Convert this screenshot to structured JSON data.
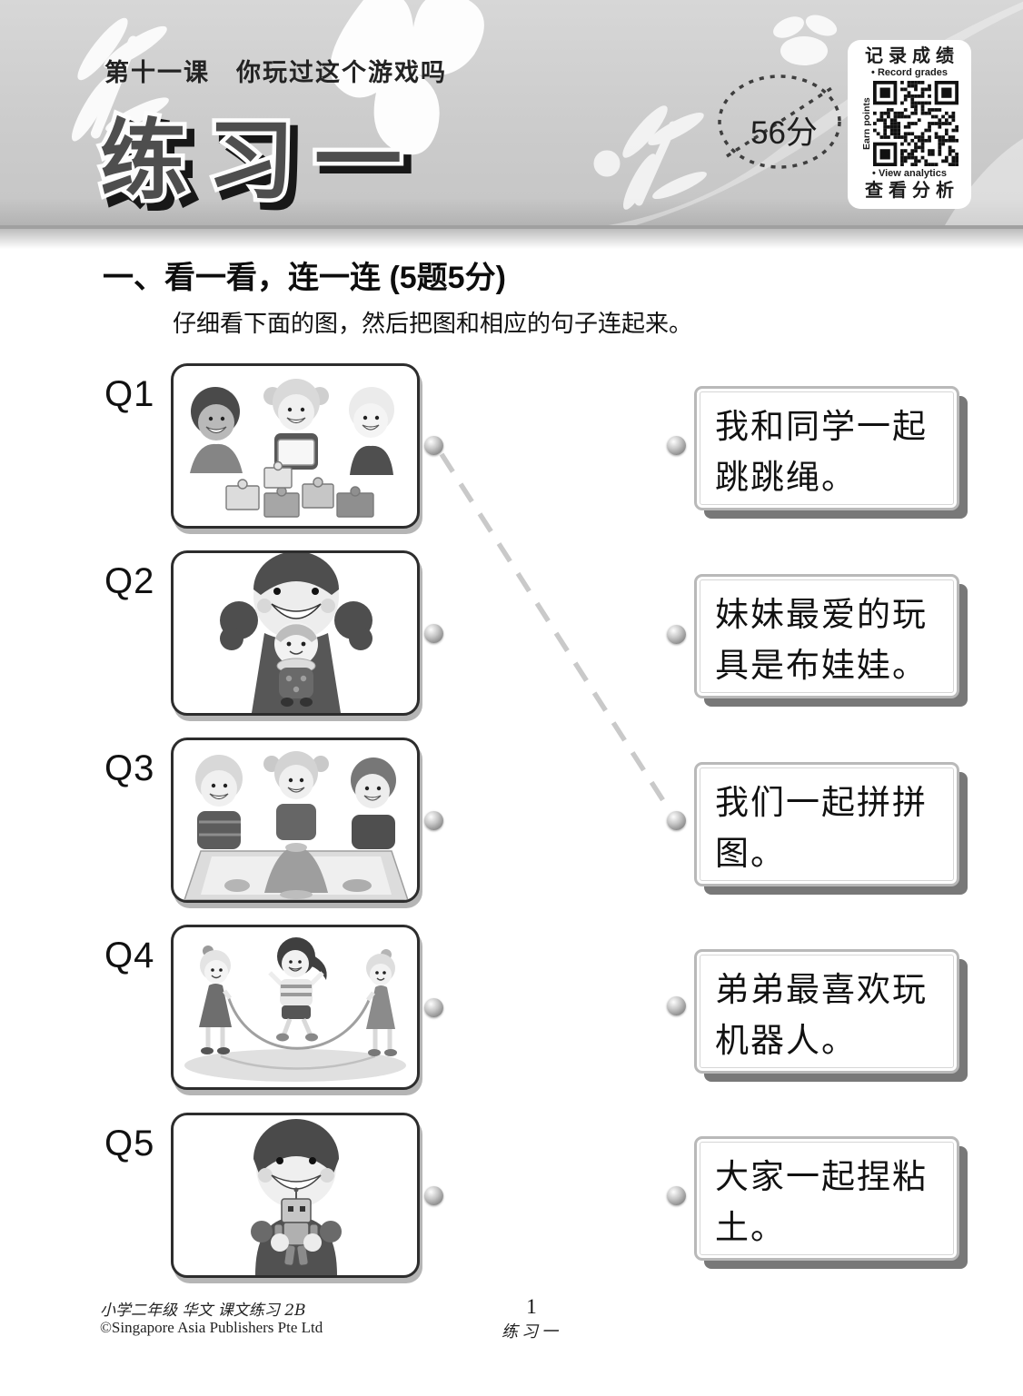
{
  "header": {
    "lesson_title": "第十一课　你玩过这个游戏吗",
    "page_title": "练习一",
    "score_badge": "56分",
    "qr_panel": {
      "bullet": "•",
      "top_cn": "记录成绩",
      "top_en": "Record grades",
      "left_en": "Earn points",
      "bottom_en": "View analytics",
      "bottom_cn": "查看分析"
    }
  },
  "section": {
    "title": "一、看一看，连一连 (5题5分)",
    "instruction": "仔细看下面的图，然后把图和相应的句子连起来。"
  },
  "questions": [
    {
      "label": "Q1",
      "illustration": "three-children-doing-jigsaw-puzzle"
    },
    {
      "label": "Q2",
      "illustration": "girl-hugging-rag-doll"
    },
    {
      "label": "Q3",
      "illustration": "three-children-molding-clay"
    },
    {
      "label": "Q4",
      "illustration": "girls-jumping-rope"
    },
    {
      "label": "Q5",
      "illustration": "boy-holding-robot-toy"
    }
  ],
  "answers": [
    "我和同学一起跳跳绳。",
    "妹妹最爱的玩具是布娃娃。",
    "我们一起拼拼图。",
    "弟弟最喜欢玩机器人。",
    "大家一起捏粘土。"
  ],
  "connection": {
    "from_question": "Q1",
    "to_answer": "我们一起拼拼图。"
  },
  "footer": {
    "book_title": "小学二年级 华文 课文练习 2B",
    "copyright": "©Singapore Asia Publishers Pte Ltd",
    "page_number": "1",
    "page_label": "练习一"
  }
}
